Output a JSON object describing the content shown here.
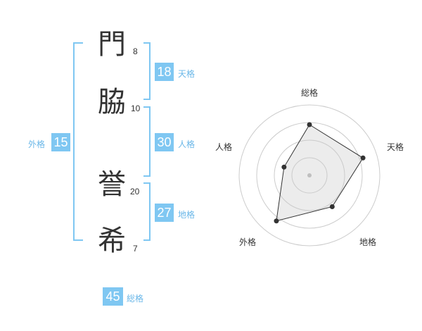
{
  "name": {
    "chars": [
      {
        "char": "門",
        "strokes": "8"
      },
      {
        "char": "脇",
        "strokes": "10"
      },
      {
        "char": "誉",
        "strokes": "20"
      },
      {
        "char": "希",
        "strokes": "7"
      }
    ]
  },
  "kaku": {
    "tenkaku": {
      "value": "18",
      "label": "天格"
    },
    "jinkaku": {
      "value": "30",
      "label": "人格"
    },
    "chikaku": {
      "value": "27",
      "label": "地格"
    },
    "gaikaku": {
      "value": "15",
      "label": "外格"
    },
    "soukaku": {
      "value": "45",
      "label": "総格"
    }
  },
  "colors": {
    "accent": "#7fc7f2",
    "label": "#6ab7e8",
    "text": "#333333"
  },
  "chart_data": {
    "type": "radar",
    "axes": [
      "総格",
      "天格",
      "地格",
      "外格",
      "人格"
    ],
    "values": [
      0.72,
      0.8,
      0.55,
      0.8,
      0.38
    ],
    "rings": 4
  }
}
